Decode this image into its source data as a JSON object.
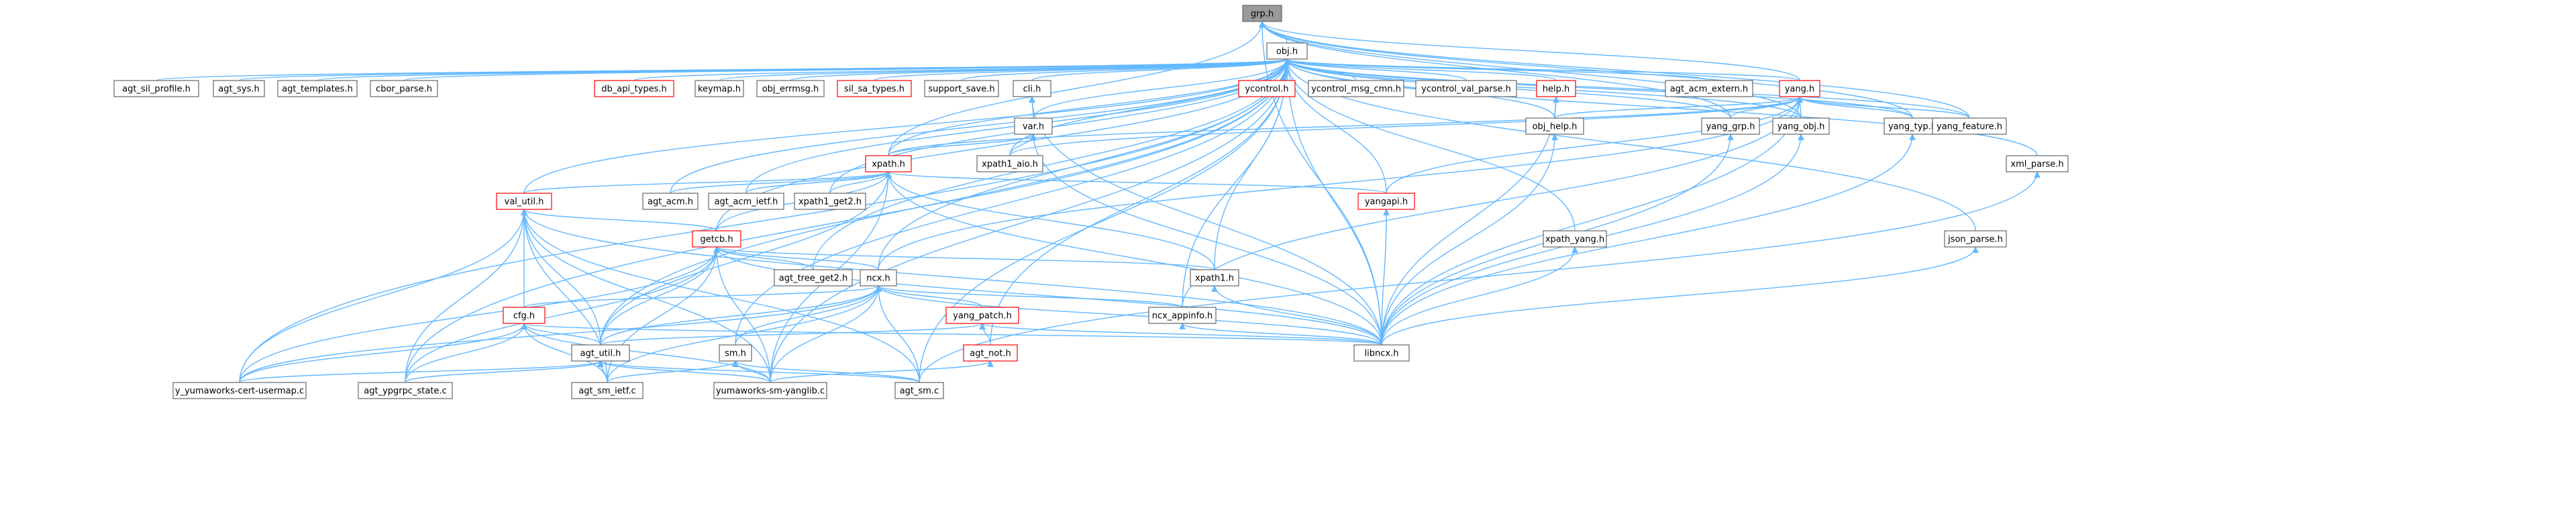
{
  "colors": {
    "node_fill": "#ffffff",
    "node_border": "#666666",
    "truncated_border": "#ff0000",
    "root_fill": "#999999",
    "root_border": "#666666",
    "edge": "#63b8ff",
    "text": "#000000"
  },
  "nodes": {
    "grp_h": {
      "label": "grp.h",
      "style": "root"
    },
    "obj_h": {
      "label": "obj.h",
      "style": "normal"
    },
    "agt_sil_profile_h": {
      "label": "agt_sil_profile.h",
      "style": "normal"
    },
    "agt_sys_h": {
      "label": "agt_sys.h",
      "style": "normal"
    },
    "agt_templates_h": {
      "label": "agt_templates.h",
      "style": "normal"
    },
    "cbor_parse_h": {
      "label": "cbor_parse.h",
      "style": "normal"
    },
    "db_api_types_h": {
      "label": "db_api_types.h",
      "style": "truncated"
    },
    "keymap_h": {
      "label": "keymap.h",
      "style": "normal"
    },
    "obj_errmsg_h": {
      "label": "obj_errmsg.h",
      "style": "normal"
    },
    "sil_sa_types_h": {
      "label": "sil_sa_types.h",
      "style": "truncated"
    },
    "support_save_h": {
      "label": "support_save.h",
      "style": "normal"
    },
    "cli_h": {
      "label": "cli.h",
      "style": "normal"
    },
    "ycontrol_h": {
      "label": "ycontrol.h",
      "style": "truncated"
    },
    "ycontrol_msg_cmn_h": {
      "label": "ycontrol_msg_cmn.h",
      "style": "normal"
    },
    "ycontrol_val_parse_h": {
      "label": "ycontrol_val_parse.h",
      "style": "normal"
    },
    "help_h": {
      "label": "help.h",
      "style": "truncated"
    },
    "agt_acm_extern_h": {
      "label": "agt_acm_extern.h",
      "style": "normal"
    },
    "yang_h": {
      "label": "yang.h",
      "style": "truncated"
    },
    "var_h": {
      "label": "var.h",
      "style": "normal"
    },
    "obj_help_h": {
      "label": "obj_help.h",
      "style": "normal"
    },
    "yang_grp_h": {
      "label": "yang_grp.h",
      "style": "normal"
    },
    "yang_obj_h": {
      "label": "yang_obj.h",
      "style": "normal"
    },
    "yang_typ_h": {
      "label": "yang_typ.h",
      "style": "normal"
    },
    "yang_feature_h": {
      "label": "yang_feature.h",
      "style": "normal"
    },
    "xpath_h": {
      "label": "xpath.h",
      "style": "truncated"
    },
    "xpath1_aio_h": {
      "label": "xpath1_aio.h",
      "style": "normal"
    },
    "xml_parse_h": {
      "label": "xml_parse.h",
      "style": "normal"
    },
    "val_util_h": {
      "label": "val_util.h",
      "style": "truncated"
    },
    "agt_acm_h": {
      "label": "agt_acm.h",
      "style": "normal"
    },
    "agt_acm_ietf_h": {
      "label": "agt_acm_ietf.h",
      "style": "normal"
    },
    "xpath1_get2_h": {
      "label": "xpath1_get2.h",
      "style": "normal"
    },
    "yangapi_h": {
      "label": "yangapi.h",
      "style": "truncated"
    },
    "getcb_h": {
      "label": "getcb.h",
      "style": "truncated"
    },
    "json_parse_h": {
      "label": "json_parse.h",
      "style": "normal"
    },
    "xpath_yang_h": {
      "label": "xpath_yang.h",
      "style": "normal"
    },
    "agt_tree_get2_h": {
      "label": "agt_tree_get2.h",
      "style": "normal"
    },
    "ncx_h": {
      "label": "ncx.h",
      "style": "normal"
    },
    "xpath1_h": {
      "label": "xpath1.h",
      "style": "normal"
    },
    "cfg_h": {
      "label": "cfg.h",
      "style": "truncated"
    },
    "yang_patch_h": {
      "label": "yang_patch.h",
      "style": "truncated"
    },
    "ncx_appinfo_h": {
      "label": "ncx_appinfo.h",
      "style": "normal"
    },
    "agt_util_h": {
      "label": "agt_util.h",
      "style": "normal"
    },
    "agt_not_h": {
      "label": "agt_not.h",
      "style": "truncated"
    },
    "sm_h": {
      "label": "sm.h",
      "style": "normal"
    },
    "libncx_h": {
      "label": "libncx.h",
      "style": "normal"
    },
    "y_yumaworks_cert_usermap_c": {
      "label": "y_yumaworks-cert-usermap.c",
      "style": "normal"
    },
    "agt_ypgrpc_state_c": {
      "label": "agt_ypgrpc_state.c",
      "style": "normal"
    },
    "agt_sm_ietf_c": {
      "label": "agt_sm_ietf.c",
      "style": "normal"
    },
    "yumaworks_sm_yanglib_c": {
      "label": "yumaworks-sm-yanglib.c",
      "style": "normal"
    },
    "agt_sm_c": {
      "label": "agt_sm.c",
      "style": "normal"
    }
  },
  "edges": [
    [
      "obj_h",
      "grp_h"
    ],
    [
      "yang_h",
      "grp_h"
    ],
    [
      "yang_grp_h",
      "grp_h"
    ],
    [
      "yang_obj_h",
      "grp_h"
    ],
    [
      "yang_typ_h",
      "grp_h"
    ],
    [
      "yang_feature_h",
      "grp_h"
    ],
    [
      "libncx_h",
      "grp_h"
    ],
    [
      "xpath_h",
      "grp_h"
    ],
    [
      "agt_sil_profile_h",
      "obj_h"
    ],
    [
      "agt_sys_h",
      "obj_h"
    ],
    [
      "agt_templates_h",
      "obj_h"
    ],
    [
      "cbor_parse_h",
      "obj_h"
    ],
    [
      "db_api_types_h",
      "obj_h"
    ],
    [
      "keymap_h",
      "obj_h"
    ],
    [
      "obj_errmsg_h",
      "obj_h"
    ],
    [
      "sil_sa_types_h",
      "obj_h"
    ],
    [
      "support_save_h",
      "obj_h"
    ],
    [
      "cli_h",
      "obj_h"
    ],
    [
      "ycontrol_h",
      "obj_h"
    ],
    [
      "ycontrol_msg_cmn_h",
      "obj_h"
    ],
    [
      "ycontrol_val_parse_h",
      "obj_h"
    ],
    [
      "help_h",
      "obj_h"
    ],
    [
      "agt_acm_extern_h",
      "obj_h"
    ],
    [
      "yang_h",
      "obj_h"
    ],
    [
      "var_h",
      "obj_h"
    ],
    [
      "obj_help_h",
      "obj_h"
    ],
    [
      "yang_grp_h",
      "obj_h"
    ],
    [
      "yang_obj_h",
      "obj_h"
    ],
    [
      "yang_typ_h",
      "obj_h"
    ],
    [
      "yang_feature_h",
      "obj_h"
    ],
    [
      "xpath_h",
      "obj_h"
    ],
    [
      "xpath1_aio_h",
      "obj_h"
    ],
    [
      "xml_parse_h",
      "obj_h"
    ],
    [
      "val_util_h",
      "obj_h"
    ],
    [
      "agt_acm_h",
      "obj_h"
    ],
    [
      "agt_acm_ietf_h",
      "obj_h"
    ],
    [
      "xpath1_get2_h",
      "obj_h"
    ],
    [
      "yangapi_h",
      "obj_h"
    ],
    [
      "getcb_h",
      "obj_h"
    ],
    [
      "json_parse_h",
      "obj_h"
    ],
    [
      "xpath_yang_h",
      "obj_h"
    ],
    [
      "ncx_h",
      "obj_h"
    ],
    [
      "xpath1_h",
      "obj_h"
    ],
    [
      "libncx_h",
      "obj_h"
    ],
    [
      "agt_util_h",
      "obj_h"
    ],
    [
      "agt_not_h",
      "obj_h"
    ],
    [
      "sm_h",
      "obj_h"
    ],
    [
      "agt_sm_c",
      "obj_h"
    ],
    [
      "agt_ypgrpc_state_c",
      "obj_h"
    ],
    [
      "y_yumaworks_cert_usermap_c",
      "obj_h"
    ],
    [
      "yumaworks_sm_yanglib_c",
      "obj_h"
    ],
    [
      "agt_tree_get2_h",
      "obj_h"
    ],
    [
      "ncx_appinfo_h",
      "obj_h"
    ],
    [
      "var_h",
      "cli_h"
    ],
    [
      "libncx_h",
      "cli_h"
    ],
    [
      "obj_help_h",
      "help_h"
    ],
    [
      "libncx_h",
      "help_h"
    ],
    [
      "obj_help_h",
      "yang_h"
    ],
    [
      "yang_grp_h",
      "yang_h"
    ],
    [
      "yang_obj_h",
      "yang_h"
    ],
    [
      "yang_typ_h",
      "yang_h"
    ],
    [
      "yang_feature_h",
      "yang_h"
    ],
    [
      "xpath1_aio_h",
      "yang_h"
    ],
    [
      "ncx_h",
      "yang_h"
    ],
    [
      "libncx_h",
      "yang_h"
    ],
    [
      "yangapi_h",
      "yang_h"
    ],
    [
      "ncx_appinfo_h",
      "yang_h"
    ],
    [
      "xpath_h",
      "yang_h"
    ],
    [
      "xpath_h",
      "var_h"
    ],
    [
      "xpath1_aio_h",
      "var_h"
    ],
    [
      "libncx_h",
      "var_h"
    ],
    [
      "libncx_h",
      "obj_help_h"
    ],
    [
      "libncx_h",
      "yang_grp_h"
    ],
    [
      "libncx_h",
      "yang_obj_h"
    ],
    [
      "libncx_h",
      "yang_typ_h"
    ],
    [
      "agt_sm_c",
      "xml_parse_h"
    ],
    [
      "libncx_h",
      "json_parse_h"
    ],
    [
      "val_util_h",
      "xpath_h"
    ],
    [
      "agt_acm_h",
      "xpath_h"
    ],
    [
      "agt_acm_ietf_h",
      "xpath_h"
    ],
    [
      "xpath1_get2_h",
      "xpath_h"
    ],
    [
      "yangapi_h",
      "xpath_h"
    ],
    [
      "xpath1_h",
      "xpath_h"
    ],
    [
      "libncx_h",
      "xpath_h"
    ],
    [
      "agt_util_h",
      "xpath_h"
    ],
    [
      "yumaworks_sm_yanglib_c",
      "xpath_h"
    ],
    [
      "getcb_h",
      "xpath_h"
    ],
    [
      "getcb_h",
      "val_util_h"
    ],
    [
      "cfg_h",
      "val_util_h"
    ],
    [
      "agt_util_h",
      "val_util_h"
    ],
    [
      "libncx_h",
      "val_util_h"
    ],
    [
      "agt_sm_ietf_c",
      "val_util_h"
    ],
    [
      "agt_ypgrpc_state_c",
      "val_util_h"
    ],
    [
      "y_yumaworks_cert_usermap_c",
      "val_util_h"
    ],
    [
      "yumaworks_sm_yanglib_c",
      "val_util_h"
    ],
    [
      "agt_sm_c",
      "val_util_h"
    ],
    [
      "libncx_h",
      "yangapi_h"
    ],
    [
      "agt_tree_get2_h",
      "getcb_h"
    ],
    [
      "ncx_h",
      "getcb_h"
    ],
    [
      "xpath1_h",
      "getcb_h"
    ],
    [
      "agt_util_h",
      "getcb_h"
    ],
    [
      "agt_sm_ietf_c",
      "getcb_h"
    ],
    [
      "agt_ypgrpc_state_c",
      "getcb_h"
    ],
    [
      "y_yumaworks_cert_usermap_c",
      "getcb_h"
    ],
    [
      "yumaworks_sm_yanglib_c",
      "getcb_h"
    ],
    [
      "libncx_h",
      "getcb_h"
    ],
    [
      "libncx_h",
      "xpath_yang_h"
    ],
    [
      "libncx_h",
      "xpath1_h"
    ],
    [
      "cfg_h",
      "ncx_h"
    ],
    [
      "yang_patch_h",
      "ncx_h"
    ],
    [
      "agt_util_h",
      "ncx_h"
    ],
    [
      "sm_h",
      "ncx_h"
    ],
    [
      "agt_sm_c",
      "ncx_h"
    ],
    [
      "agt_sm_ietf_c",
      "ncx_h"
    ],
    [
      "yumaworks_sm_yanglib_c",
      "ncx_h"
    ],
    [
      "ncx_appinfo_h",
      "ncx_h"
    ],
    [
      "libncx_h",
      "ncx_h"
    ],
    [
      "y_yumaworks_cert_usermap_c",
      "ncx_h"
    ],
    [
      "agt_util_h",
      "cfg_h"
    ],
    [
      "agt_sm_ietf_c",
      "cfg_h"
    ],
    [
      "agt_ypgrpc_state_c",
      "cfg_h"
    ],
    [
      "y_yumaworks_cert_usermap_c",
      "cfg_h"
    ],
    [
      "yumaworks_sm_yanglib_c",
      "cfg_h"
    ],
    [
      "libncx_h",
      "cfg_h"
    ],
    [
      "agt_not_h",
      "yang_patch_h"
    ],
    [
      "agt_util_h",
      "yang_patch_h"
    ],
    [
      "libncx_h",
      "yang_patch_h"
    ],
    [
      "libncx_h",
      "ncx_appinfo_h"
    ],
    [
      "agt_sm_ietf_c",
      "agt_util_h"
    ],
    [
      "agt_ypgrpc_state_c",
      "agt_util_h"
    ],
    [
      "yumaworks_sm_yanglib_c",
      "agt_util_h"
    ],
    [
      "agt_sm_c",
      "agt_util_h"
    ],
    [
      "y_yumaworks_cert_usermap_c",
      "agt_util_h"
    ],
    [
      "yumaworks_sm_yanglib_c",
      "agt_not_h"
    ],
    [
      "agt_sm_ietf_c",
      "sm_h"
    ],
    [
      "yumaworks_sm_yanglib_c",
      "sm_h"
    ],
    [
      "agt_sm_c",
      "sm_h"
    ]
  ]
}
